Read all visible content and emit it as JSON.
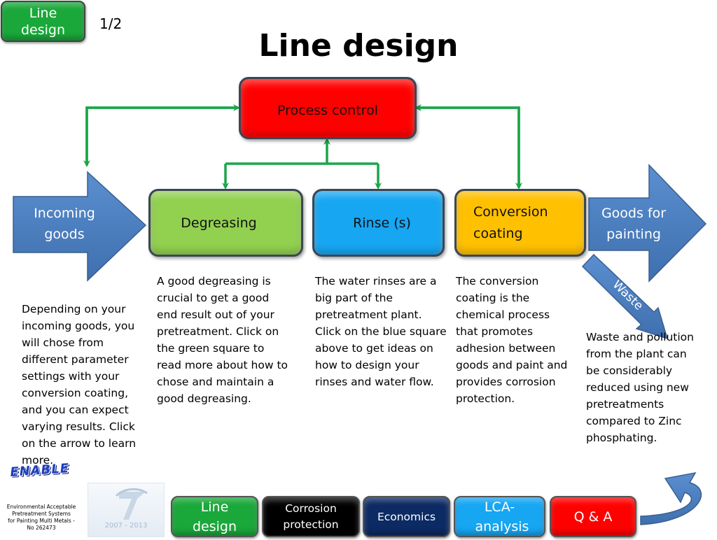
{
  "header": {
    "corner_button": "Line design",
    "page_number": "1/2",
    "title": "Line design"
  },
  "diagram": {
    "process_control": "Process control",
    "incoming_goods": "Incoming goods",
    "degreasing": "Degreasing",
    "rinse": "Rinse (s)",
    "conversion_coating": "Conversion coating",
    "goods_for_painting": "Goods for painting",
    "waste": "Waste"
  },
  "descriptions": {
    "incoming": "Depending on your incoming goods, you will chose from different parameter settings with your conversion coating, and you can expect varying results. Click on the arrow to learn more.",
    "degreasing": "A good degreasing is crucial to get a good end result out of your pretreatment. Click on the green square to read more about how to chose and maintain a good degreasing.",
    "rinse": "The water rinses are a big part of the pretreatment plant. Click on the blue square above to get ideas on how to design your rinses and water flow.",
    "conversion": "The conversion coating is the chemical process that promotes adhesion between goods and paint and provides corrosion protection.",
    "waste": "Waste and pollution from the plant can be considerably reduced using new pretreatments compared to Zinc phosphating."
  },
  "footer": {
    "logo_text": "ENABLE",
    "project_caption_1": "Environmental Acceptable",
    "project_caption_2": "Pretreatment Systems",
    "project_caption_3": "for Painting Multi Metals -",
    "project_caption_4": "No 262473",
    "fp7_years": "2007 - 2013",
    "nav": {
      "line_design": "Line design",
      "corrosion_protection": "Corrosion protection",
      "economics": "Economics",
      "lca_analysis": "LCA-analysis",
      "qa": "Q & A"
    }
  },
  "colors": {
    "green_button": "#1aa83a",
    "process_red": "#ff0000",
    "degreasing_green": "#92d050",
    "rinse_blue": "#16a6f2",
    "conversion_yellow": "#ffc000",
    "arrow_blue": "#4f81bd",
    "connector_green": "#1aa64a"
  },
  "icons": {
    "back": "curved-arrow-icon"
  }
}
